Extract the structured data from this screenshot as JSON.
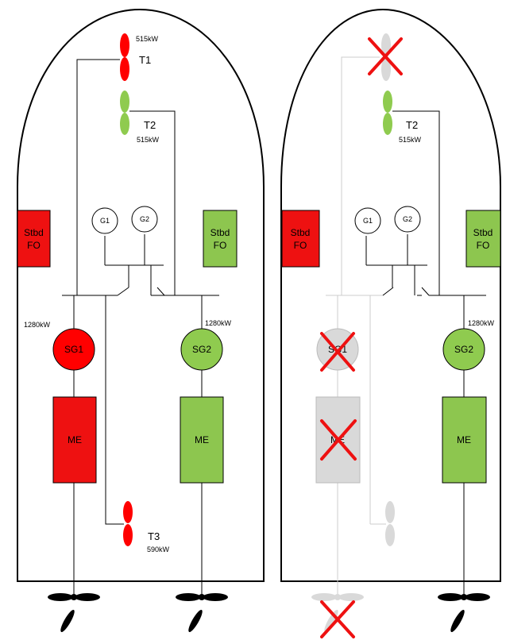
{
  "colors": {
    "active_red": "#ff0000",
    "box_red": "#ee1111",
    "active_green": "#8fcb4f",
    "box_green": "#8dc64f",
    "disabled_grey": "#d9d9d9",
    "disabled_line": "#cccccc",
    "cross_red": "#ee1111",
    "line": "#000000"
  },
  "left": {
    "t1": {
      "label": "T1",
      "power": "515kW",
      "state": "failed"
    },
    "t2": {
      "label": "T2",
      "power": "515kW",
      "state": "running"
    },
    "t3": {
      "label": "T3",
      "power": "590kW",
      "state": "failed"
    },
    "fo_stbd": {
      "line1": "Stbd",
      "line2": "FO",
      "state": "failed"
    },
    "fo_port": {
      "line1": "Stbd",
      "line2": "FO",
      "state": "ok"
    },
    "g1": "G1",
    "g2": "G2",
    "sg1": {
      "label": "SG1",
      "power": "1280kW",
      "state": "failed"
    },
    "sg2": {
      "label": "SG2",
      "power": "1280kW",
      "state": "running"
    },
    "me1": {
      "label": "ME",
      "state": "failed"
    },
    "me2": {
      "label": "ME",
      "state": "running"
    }
  },
  "right": {
    "t1": {
      "label": "",
      "power": "",
      "state": "disabled"
    },
    "t2": {
      "label": "T2",
      "power": "515kW",
      "state": "running"
    },
    "t3": {
      "label": "",
      "power": "",
      "state": "disabled"
    },
    "fo_stbd": {
      "line1": "Stbd",
      "line2": "FO",
      "state": "failed"
    },
    "fo_port": {
      "line1": "Stbd",
      "line2": "FO",
      "state": "ok"
    },
    "g1": "G1",
    "g2": "G2",
    "sg1": {
      "label": "SG1",
      "power": "",
      "state": "disabled"
    },
    "sg2": {
      "label": "SG2",
      "power": "1280kW",
      "state": "running"
    },
    "me1": {
      "label": "ME",
      "state": "disabled"
    },
    "me2": {
      "label": "ME",
      "state": "running"
    }
  }
}
